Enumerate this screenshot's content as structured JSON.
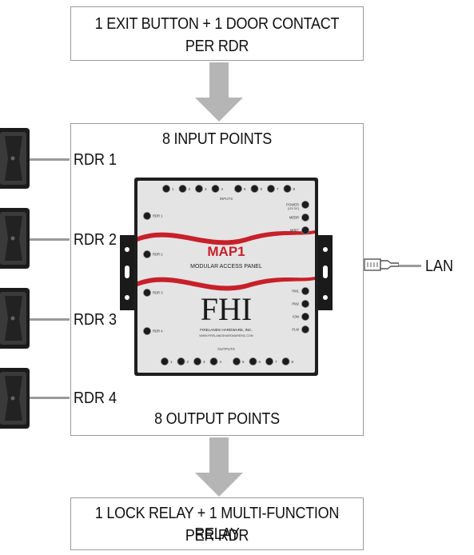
{
  "top_box": {
    "line1": "1 EXIT BUTTON + 1 DOOR CONTACT",
    "line2": "PER RDR"
  },
  "main_box": {
    "input_title": "8 INPUT POINTS",
    "output_title": "8 OUTPUT POINTS"
  },
  "bottom_box": {
    "line1": "1 LOCK RELAY + 1 MULTI-FUNCTION RELAY",
    "line2": "PER RDR"
  },
  "readers": [
    "RDR 1",
    "RDR 2",
    "RDR 3",
    "RDR 4"
  ],
  "lan": {
    "label": "LAN",
    "icon": "ethernet-plug-icon"
  },
  "panel": {
    "model": "MAP1",
    "subtitle": "MODULAR ACCESS PANEL",
    "logo": "FHI",
    "company": "FIRELANDS HARDWARE, INC.",
    "url": "WWW.FIRELANDSHARDWAREINC.COM",
    "inputs_label": "INPUTS",
    "outputs_label": "OUTPUTS",
    "input_numbers": [
      "1",
      "2",
      "3",
      "4",
      "5",
      "6",
      "7",
      "8"
    ],
    "output_numbers": [
      "1",
      "2",
      "3",
      "4",
      "5",
      "6",
      "7",
      "8"
    ],
    "left_leds": [
      "RDR 1",
      "RDR 2",
      "RDR 3",
      "RDR 4"
    ],
    "right_leds_top": [
      "POWER",
      "MEBR",
      "MIBIT"
    ],
    "power_note": "(12V DC)",
    "right_leds_bottom": [
      "PM1",
      "PM2",
      "IOM",
      "PLM"
    ]
  },
  "colors": {
    "box_border": "#9a9a9a",
    "arrow": "#b5b5b5",
    "panel_red": "#c8202a",
    "panel_body": "#e7e7e7",
    "bracket": "#1a1a1a"
  }
}
